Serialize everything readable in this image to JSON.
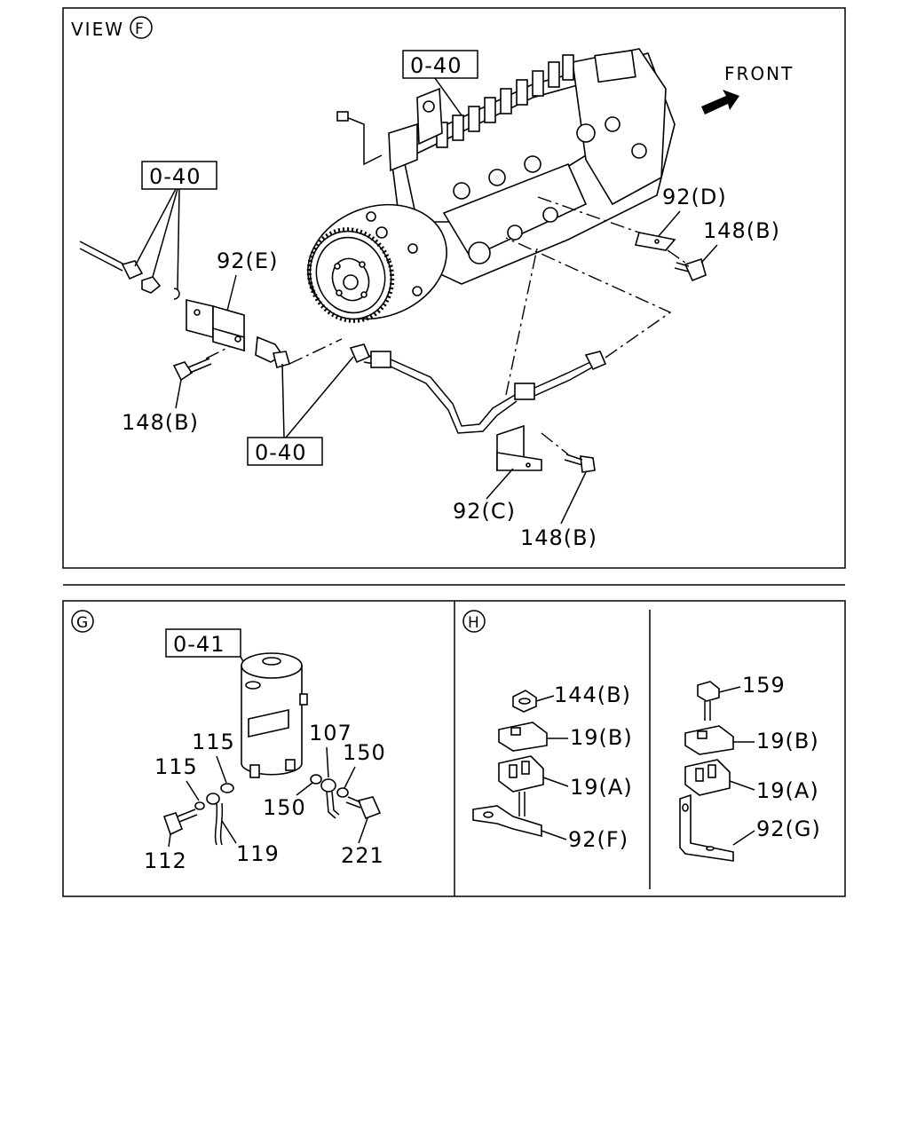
{
  "view_f": {
    "title": "VIEW",
    "circle_letter": "F",
    "front_label": "FRONT",
    "refs": [
      "0-40",
      "0-40",
      "0-40"
    ],
    "labels": {
      "bracket_e": "92(E)",
      "bracket_d": "92(D)",
      "bracket_c": "92(C)",
      "bolt_left": "148(B)",
      "bolt_right": "148(B)",
      "bolt_bottom": "148(B)"
    }
  },
  "view_g": {
    "circle_letter": "G",
    "ref": "0-41",
    "labels": {
      "washer_upper": "115",
      "washer_lower": "115",
      "wire_107": "107",
      "washer_150_upper": "150",
      "washer_150_lower": "150",
      "bolt_112": "112",
      "wire_119": "119",
      "bolt_221": "221"
    }
  },
  "view_h": {
    "circle_letter": "H",
    "left": {
      "nut": "144(B)",
      "clip_b": "19(B)",
      "clip_a": "19(A)",
      "bracket": "92(F)"
    },
    "right": {
      "bolt": "159",
      "clip_b": "19(B)",
      "clip_a": "19(A)",
      "bracket": "92(G)"
    }
  }
}
